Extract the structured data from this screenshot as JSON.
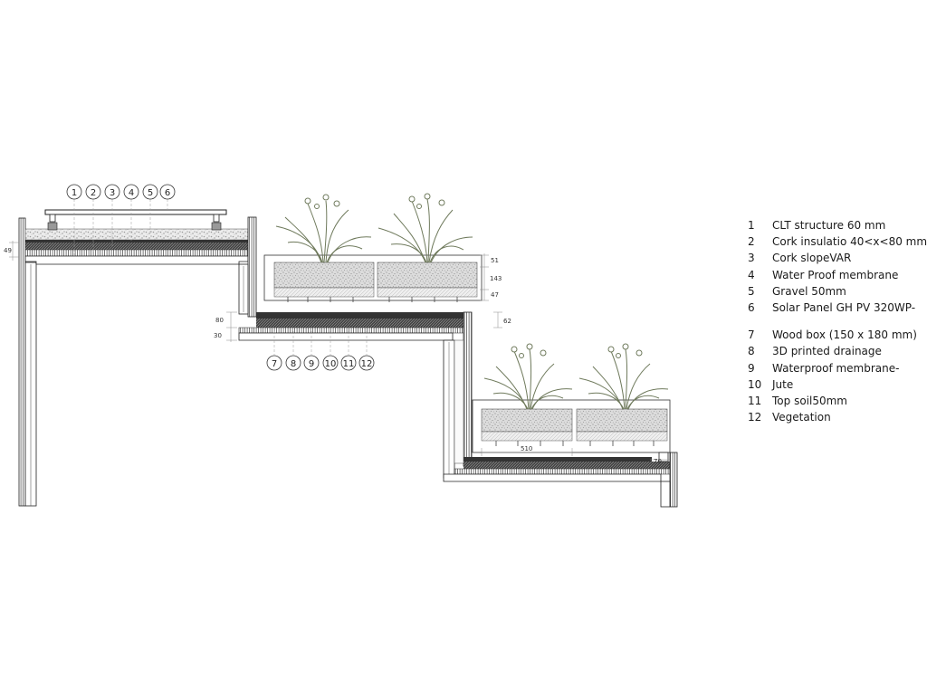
{
  "callouts_top": [
    "1",
    "2",
    "3",
    "4",
    "5",
    "6"
  ],
  "callouts_bottom": [
    "7",
    "8",
    "9",
    "10",
    "11",
    "12"
  ],
  "dimensions": {
    "roof_edge": "49",
    "upper_box_top": "51",
    "upper_box_mid": "143",
    "upper_box_bottom": "47",
    "upper_gap": "62",
    "slab_thickness": "80",
    "slab_lower": "30",
    "lower_box_width": "510",
    "lower_edge": "70"
  },
  "legend": {
    "group_a": [
      {
        "num": "1",
        "label": "CLT structure 60 mm"
      },
      {
        "num": "2",
        "label": "Cork insulatio 40<x<80 mm"
      },
      {
        "num": "3",
        "label": "Cork slopeVAR"
      },
      {
        "num": "4",
        "label": "Water Proof membrane"
      },
      {
        "num": "5",
        "label": "Gravel 50mm"
      },
      {
        "num": "6",
        "label": "Solar Panel GH PV 320WP-"
      }
    ],
    "group_b": [
      {
        "num": "7",
        "label": "Wood box (150 x 180 mm)"
      },
      {
        "num": "8",
        "label": "3D printed drainage"
      },
      {
        "num": "9",
        "label": "Waterproof membrane-"
      },
      {
        "num": "10",
        "label": "Jute"
      },
      {
        "num": "11",
        "label": "Top soil50mm"
      },
      {
        "num": "12",
        "label": "Vegetation"
      }
    ]
  },
  "colors": {
    "line": "#222222",
    "dim_line": "#8a8a8a",
    "plant": "#6f7a5c",
    "plant_dark": "#4c5440",
    "soil": "#d9d9d9",
    "layer_dark": "#3a3a3a"
  }
}
